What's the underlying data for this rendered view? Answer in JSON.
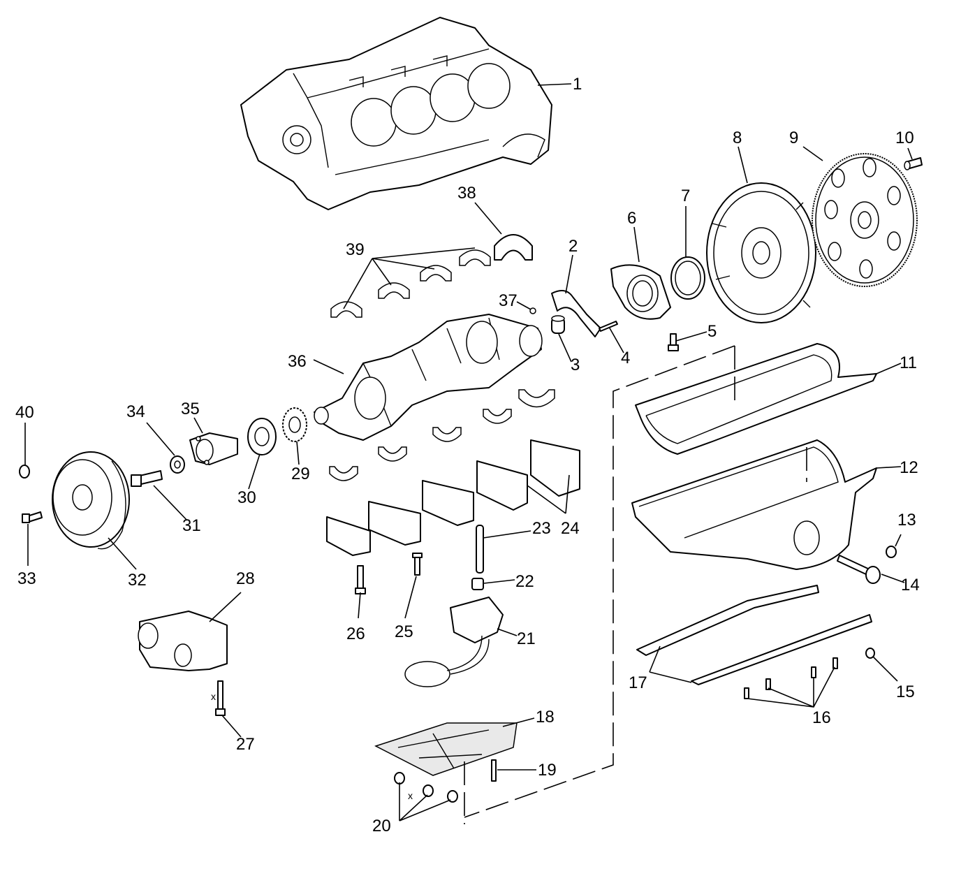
{
  "diagram": {
    "callouts": [
      "1",
      "2",
      "3",
      "4",
      "5",
      "6",
      "7",
      "8",
      "9",
      "10",
      "11",
      "12",
      "13",
      "14",
      "15",
      "16",
      "17",
      "18",
      "19",
      "20",
      "21",
      "22",
      "23",
      "24",
      "25",
      "26",
      "27",
      "28",
      "29",
      "30",
      "31",
      "32",
      "33",
      "34",
      "35",
      "36",
      "37",
      "38",
      "39",
      "40"
    ],
    "marks": [
      "x",
      "x"
    ]
  }
}
